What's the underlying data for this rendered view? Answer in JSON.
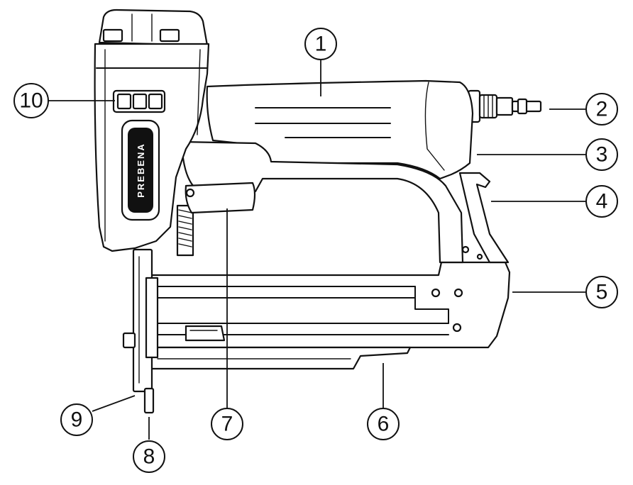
{
  "brand": "PREBENA",
  "callouts": [
    {
      "id": "c1",
      "label": "1"
    },
    {
      "id": "c2",
      "label": "2"
    },
    {
      "id": "c3",
      "label": "3"
    },
    {
      "id": "c4",
      "label": "4"
    },
    {
      "id": "c5",
      "label": "5"
    },
    {
      "id": "c6",
      "label": "6"
    },
    {
      "id": "c7",
      "label": "7"
    },
    {
      "id": "c8",
      "label": "8"
    },
    {
      "id": "c9",
      "label": "9"
    },
    {
      "id": "c10",
      "label": "10"
    }
  ]
}
